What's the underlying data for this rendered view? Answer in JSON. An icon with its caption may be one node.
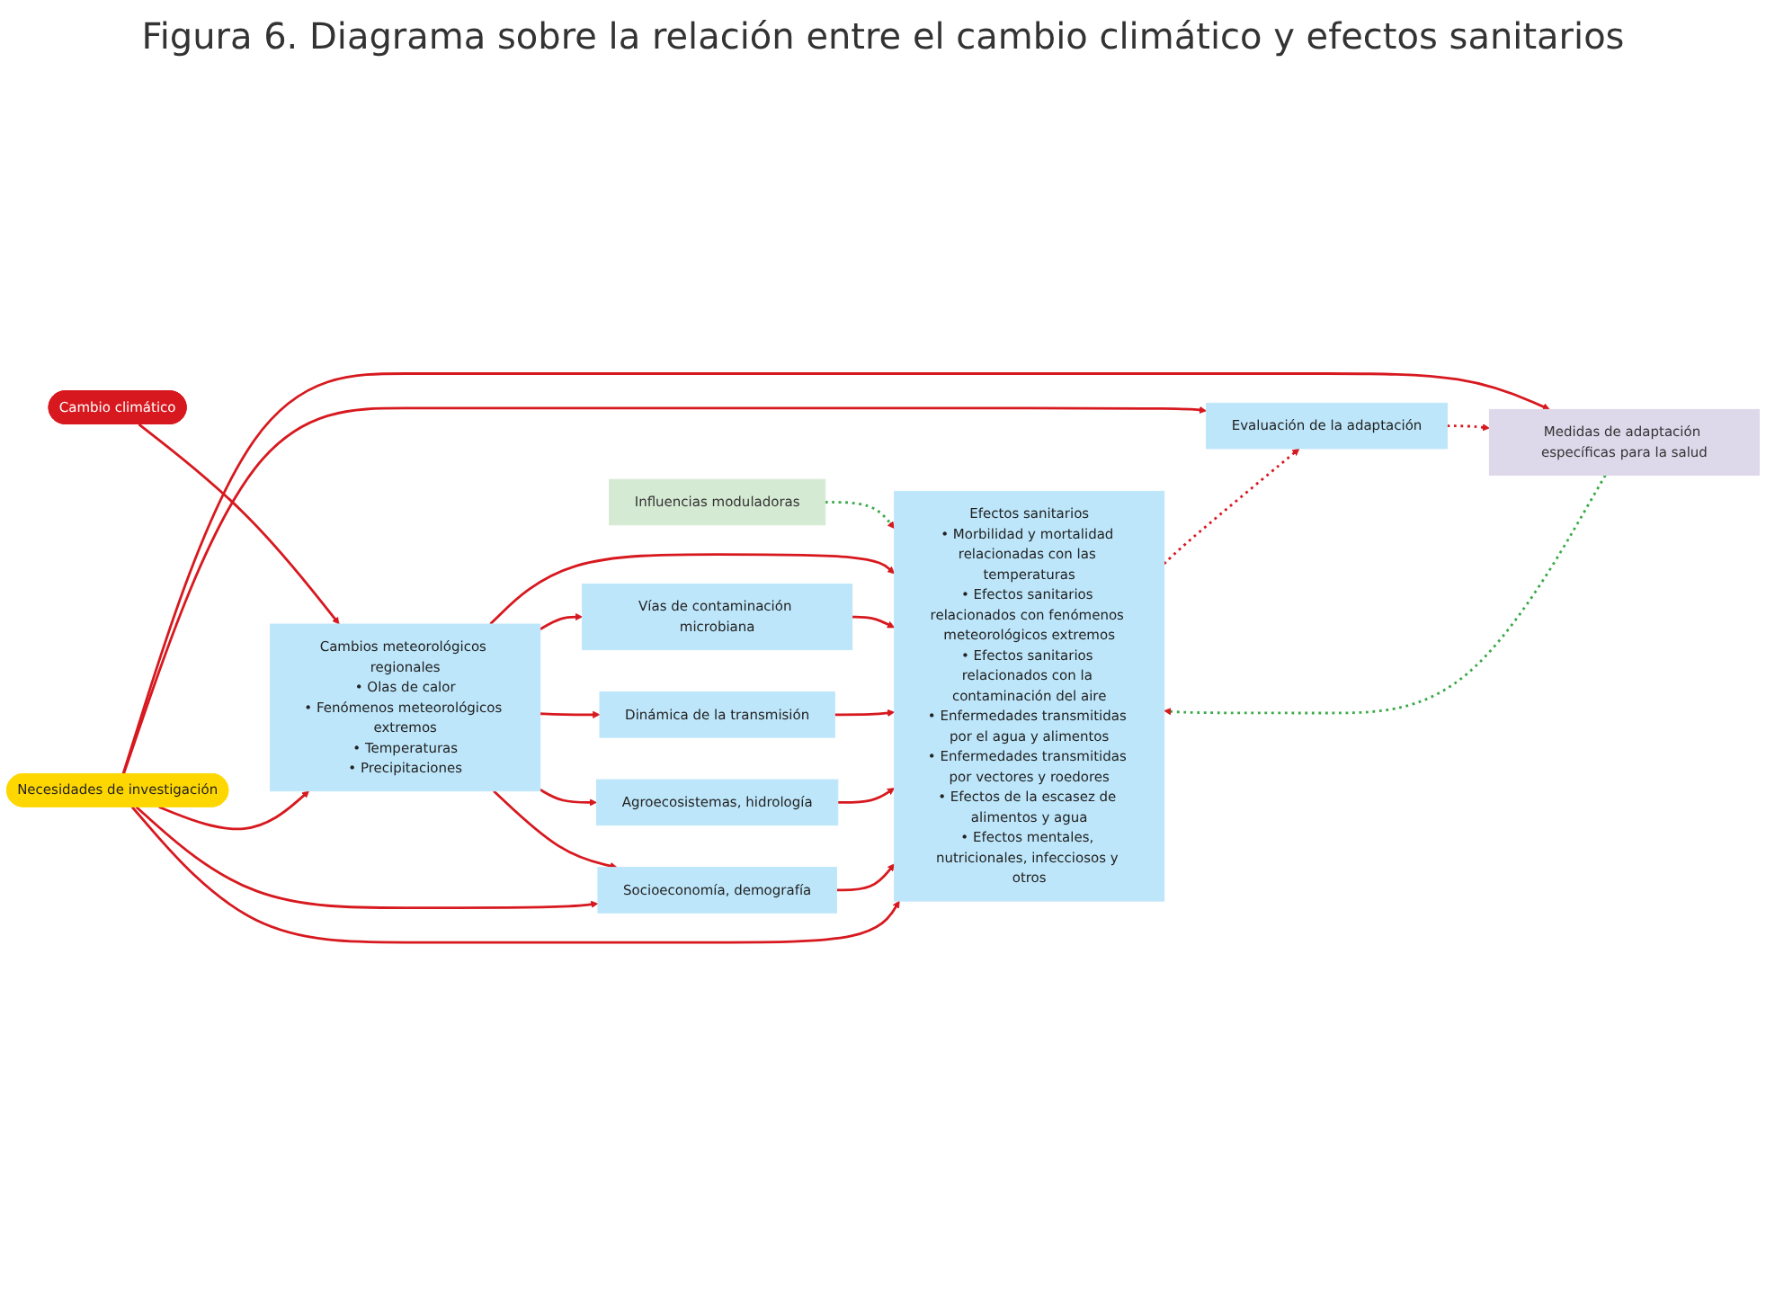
{
  "diagram": {
    "title": "Figura 6. Diagrama sobre la relación entre el cambio climático y efectos sanitarios",
    "nodes": [
      {
        "text": [
          "Cambio climático"
        ]
      },
      {
        "text": [
          "Influencias moduladoras"
        ]
      },
      {
        "text": [
          "Cambios meteorológicos regionales",
          "• Olas de calor",
          "• Fenómenos meteorológicos extremos",
          "• Temperaturas",
          "• Precipitaciones"
        ]
      },
      {
        "text": [
          "Vías de contaminación microbiana"
        ]
      },
      {
        "text": [
          "Dinámica de la transmisión"
        ]
      },
      {
        "text": [
          "Agroecosistemas, hidrología"
        ]
      },
      {
        "text": [
          "Socioeconomía, demografía"
        ]
      },
      {
        "text": [
          "Efectos sanitarios",
          "• Morbilidad y mortalidad relacionadas con las temperaturas",
          "• Efectos sanitarios relacionados con fenómenos meteorológicos extremos",
          "• Efectos sanitarios relacionados con la contaminación del aire",
          "• Enfermedades transmitidas por el agua y alimentos",
          "• Enfermedades transmitidas por vectores y roedores",
          "• Efectos de la escasez de alimentos y agua",
          "• Efectos mentales, nutricionales, infecciosos y otros"
        ]
      },
      {
        "text": [
          "Medidas de adaptación específicas para la salud"
        ]
      },
      {
        "text": [
          "Necesidades de investigación"
        ]
      },
      {
        "text": [
          "Evaluación de la adaptación"
        ]
      }
    ],
    "edges": [
      {
        "from": 0,
        "to": 2,
        "arrow": "to"
      },
      {
        "from": 1,
        "to": 7,
        "arrow": "to",
        "style": "dashed",
        "color": "#3aaa48"
      },
      {
        "from": 2,
        "to": 7,
        "arrow": "to"
      },
      {
        "from": 2,
        "to": 3,
        "arrow": "to"
      },
      {
        "from": 2,
        "to": 4,
        "arrow": "to"
      },
      {
        "from": 2,
        "to": 5,
        "arrow": "to"
      },
      {
        "from": 2,
        "to": 6,
        "arrow": "to"
      },
      {
        "from": 3,
        "to": 7,
        "arrow": "to"
      },
      {
        "from": 4,
        "to": 7,
        "arrow": "to"
      },
      {
        "from": 5,
        "to": 7,
        "arrow": "to"
      },
      {
        "from": 6,
        "to": 7,
        "arrow": "to"
      },
      {
        "from": 8,
        "to": 7,
        "arrow": "to",
        "style": "dashed",
        "color": "#3aaa48"
      },
      {
        "from": 9,
        "to": 2,
        "arrow": "to"
      },
      {
        "from": 9,
        "to": 6,
        "arrow": "to"
      },
      {
        "from": 9,
        "to": 8,
        "arrow": "to"
      },
      {
        "from": 9,
        "to": 10,
        "arrow": "to"
      },
      {
        "from": 9,
        "to": 7,
        "arrow": "to"
      },
      {
        "from": 7,
        "to": 10,
        "arrow": "to",
        "style": "dashed"
      },
      {
        "from": 10,
        "to": 8,
        "arrow": "to",
        "style": "dashed"
      }
    ]
  }
}
